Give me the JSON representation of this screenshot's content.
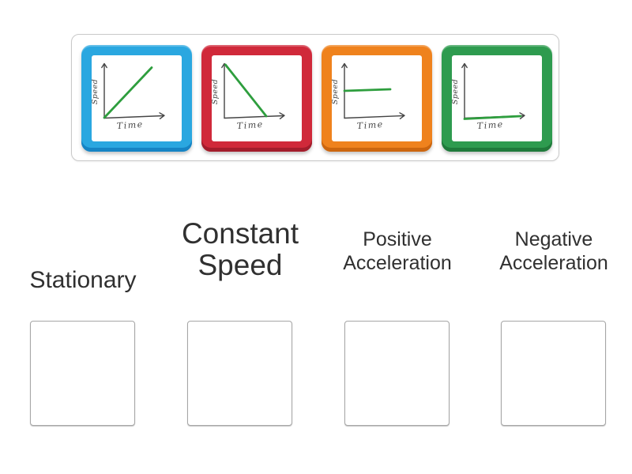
{
  "colors": {
    "page_bg": "#ffffff",
    "tray_border": "#c9c9c9",
    "box_border": "#a6a6a6",
    "label_text": "#303030",
    "axis": "#454545",
    "graph_line": "#2e9e3e"
  },
  "tray": {
    "tiles": [
      {
        "name": "graph-card-rising",
        "border_color": "#2aa7e0",
        "border_shadow_color": "#1684c4",
        "variant": "rising",
        "y_label": "Speed",
        "x_label": "Time",
        "depicts": "speed increasing steadily with time"
      },
      {
        "name": "graph-card-falling",
        "border_color": "#d0293a",
        "border_shadow_color": "#a31d2c",
        "variant": "falling",
        "y_label": "Speed",
        "x_label": "Time",
        "depicts": "speed decreasing steadily to zero"
      },
      {
        "name": "graph-card-constant",
        "border_color": "#ef821d",
        "border_shadow_color": "#cc660f",
        "variant": "constant",
        "y_label": "Speed",
        "x_label": "Time",
        "depicts": "speed staying level over time"
      },
      {
        "name": "graph-card-flat-zero",
        "border_color": "#2e9b4f",
        "border_shadow_color": "#1f7a3b",
        "variant": "flat_zero",
        "y_label": "Speed",
        "x_label": "Time",
        "depicts": "speed remaining at zero along the time axis"
      }
    ]
  },
  "groups": [
    {
      "label": "Stationary"
    },
    {
      "label": "Constant Speed"
    },
    {
      "label": "Positive Acceleration"
    },
    {
      "label": "Negative Acceleration"
    }
  ],
  "chart_data": [
    {
      "type": "line",
      "xlabel": "Time",
      "ylabel": "Speed",
      "trend": "increasing",
      "points_norm": [
        [
          0,
          0
        ],
        [
          0.85,
          0.95
        ]
      ]
    },
    {
      "type": "line",
      "xlabel": "Time",
      "ylabel": "Speed",
      "trend": "decreasing",
      "points_norm": [
        [
          0,
          1
        ],
        [
          0.75,
          0
        ]
      ]
    },
    {
      "type": "line",
      "xlabel": "Time",
      "ylabel": "Speed",
      "trend": "constant",
      "points_norm": [
        [
          0,
          0.5
        ],
        [
          0.8,
          0.53
        ]
      ]
    },
    {
      "type": "line",
      "xlabel": "Time",
      "ylabel": "Speed",
      "trend": "zero",
      "points_norm": [
        [
          0,
          0
        ],
        [
          0.95,
          0.04
        ]
      ]
    }
  ]
}
